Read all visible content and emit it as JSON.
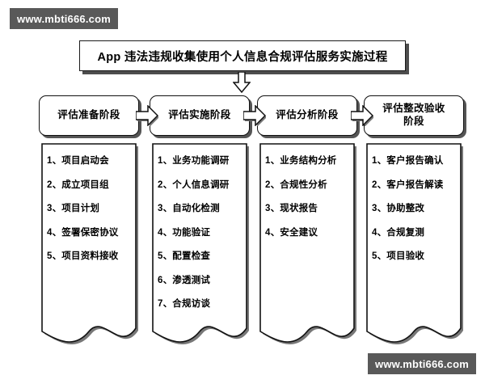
{
  "watermark": {
    "top_text": "www.mbti666.com",
    "bottom_text": "www.mbti666.com",
    "background": "#595959",
    "color": "#ffffff"
  },
  "title": {
    "text": "App 违法违规收集使用个人信息合规评估服务实施过程"
  },
  "connectors": {
    "title_to_stages_icon": "arrow-down-icon",
    "between_stages_icon": "arrow-right-icon",
    "count_between_stages": 3
  },
  "stages": [
    {
      "header": "评估准备阶段",
      "items": [
        "1、项目启动会",
        "2、成立项目组",
        "3、项目计划",
        "4、签署保密协议",
        "5、项目资料接收"
      ]
    },
    {
      "header": "评估实施阶段",
      "items": [
        "1、业务功能调研",
        "2、个人信息调研",
        "3、自动化检测",
        "4、功能验证",
        "5、配置检查",
        "6、渗透测试",
        "7、合规访谈"
      ]
    },
    {
      "header": "评估分析阶段",
      "items": [
        "1、业务结构分析",
        "2、合规性分析",
        "3、现状报告",
        "4、安全建议"
      ]
    },
    {
      "header": "评估整改验收\n阶段",
      "items": [
        "1、客户报告确认",
        "2、客户报告解读",
        "3、协助整改",
        "4、合规复测",
        "5、项目验收"
      ]
    }
  ],
  "colors": {
    "shape_fill": "#ffffff",
    "shape_stroke": "#111111",
    "shadow": "#555555",
    "text": "#000000"
  }
}
